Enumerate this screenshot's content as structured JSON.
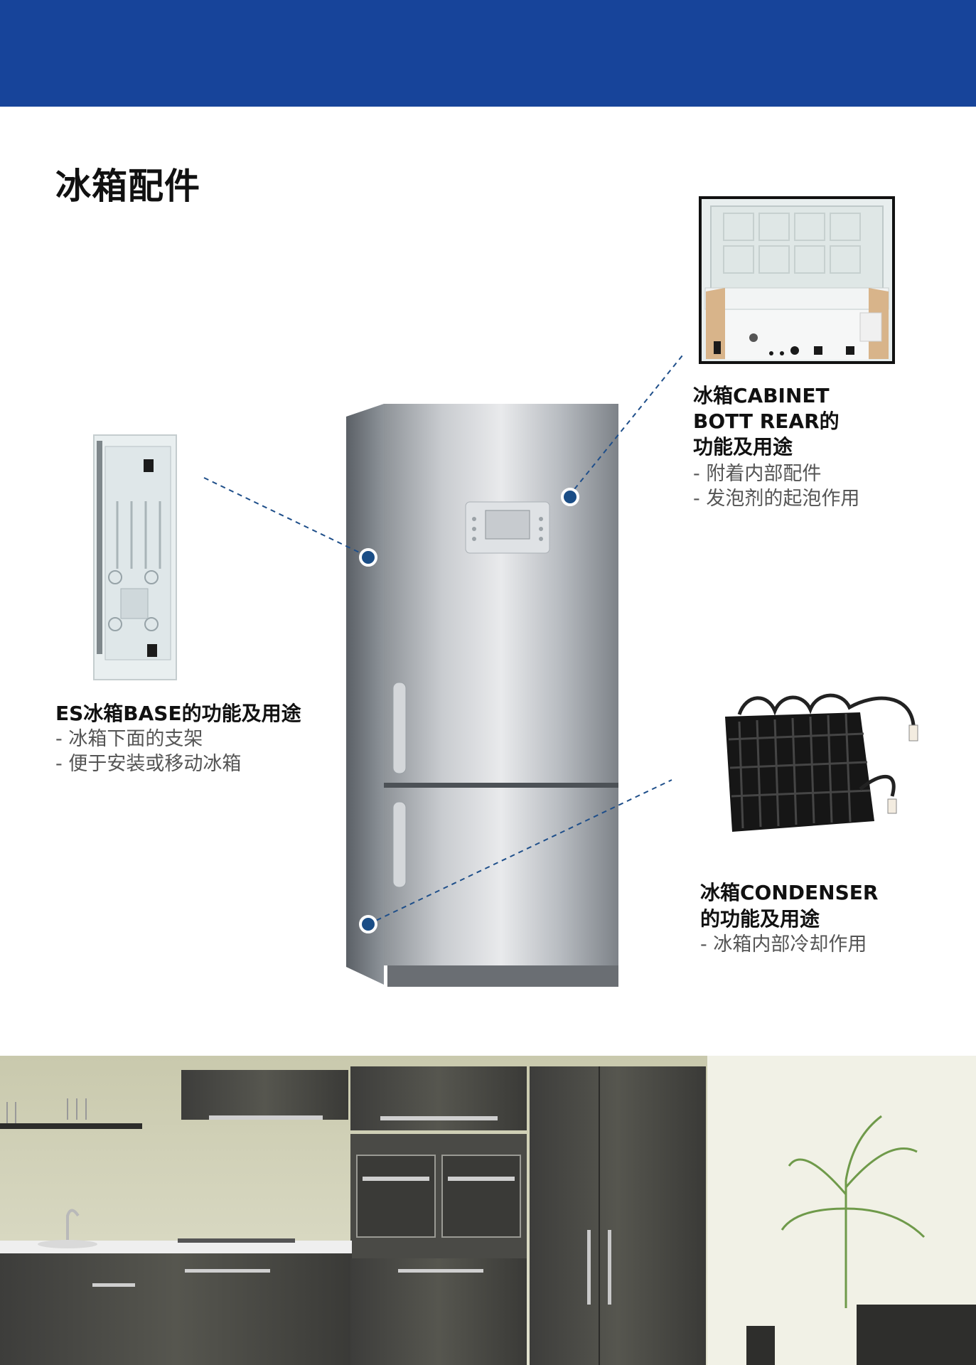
{
  "page_title": "冰箱配件",
  "callouts": {
    "cabinet": {
      "title_lines": [
        "冰箱CABINET",
        "BOTT REAR的",
        "功能及用途"
      ],
      "items": [
        "- 附着内部配件",
        "- 发泡剂的起泡作用"
      ]
    },
    "base": {
      "title": "ES冰箱BASE的功能及用途",
      "items": [
        "- 冰箱下面的支架",
        "- 便于安装或移动冰箱"
      ]
    },
    "condenser": {
      "title_lines": [
        "冰箱CONDENSER",
        "的功能及用途"
      ],
      "items": [
        "- 冰箱内部冷却作用"
      ]
    }
  },
  "colors": {
    "header_blue": "#17449a",
    "marker_blue": "#1a4d86",
    "connector_blue": "#1f4f8a"
  }
}
